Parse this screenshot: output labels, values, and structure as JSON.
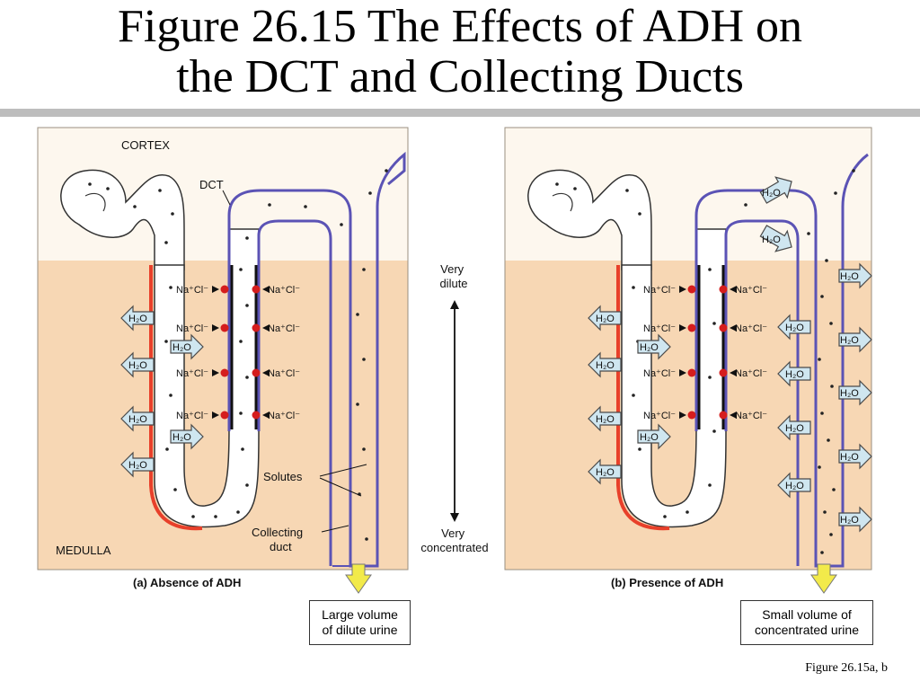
{
  "title": "Figure 26.15  The Effects of ADH on\nthe DCT and Collecting Ducts",
  "caption": "Figure 26.15a, b",
  "colors": {
    "cortex": "#fdf7ee",
    "medulla": "#f7d7b4",
    "tubule_wall": "#5b53b5",
    "ascending_limb": "#e8402a",
    "pump": "#d51d1d",
    "arrow_fill": "#cfe6f0",
    "output_arrow": "#f2ea4a"
  },
  "panel_a": {
    "cortex_label": "CORTEX",
    "medulla_label": "MEDULLA",
    "dct_label": "DCT",
    "nacl_label": "Na⁺Cl⁻",
    "h2o_label": "H₂O",
    "solutes_label": "Solutes",
    "collecting_duct_label": "Collecting\nduct",
    "caption": "(a) Absence of ADH",
    "output": "Large volume\nof dilute urine"
  },
  "gradient": {
    "top": "Very\ndilute",
    "bottom": "Very\nconcentrated"
  },
  "panel_b": {
    "nacl_label": "Na⁺Cl⁻",
    "h2o_label": "H₂O",
    "caption": "(b) Presence of ADH",
    "output": "Small volume of\nconcentrated urine"
  }
}
